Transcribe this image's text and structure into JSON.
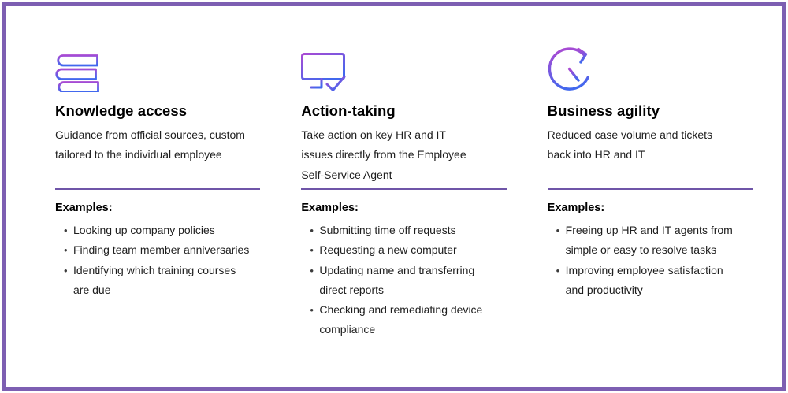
{
  "theme": {
    "canvas-bg": "#ffffff",
    "border-color": "#7D5FB2",
    "divider-color": "#6F55A8",
    "title-color": "#000000",
    "body-color": "#1e1e1e",
    "grad-from": "#A94AD3",
    "grad-to": "#4168EE"
  },
  "columns": [
    {
      "icon": "books-stack-icon",
      "title": "Knowledge access",
      "description": "Guidance from official sources, custom\ntailored to the individual employee",
      "examples_label": "Examples:",
      "examples": [
        "Looking up company policies",
        "Finding team member anniversaries",
        "Identifying which training courses\nare due"
      ]
    },
    {
      "icon": "monitor-check-icon",
      "title": "Action-taking",
      "description": "Take action on key HR and IT\nissues directly from the Employee\nSelf-Service Agent",
      "examples_label": "Examples:",
      "examples": [
        "Submitting time off requests",
        "Requesting a new computer",
        "Updating name and transferring\ndirect reports",
        "Checking and remediating device\ncompliance"
      ]
    },
    {
      "icon": "clock-history-icon",
      "title": "Business agility",
      "description": "Reduced case volume and tickets\nback into HR and IT",
      "examples_label": "Examples:",
      "examples": [
        "Freeing up HR and IT agents from\nsimple or easy to resolve tasks",
        "Improving employee satisfaction\nand productivity"
      ]
    }
  ]
}
